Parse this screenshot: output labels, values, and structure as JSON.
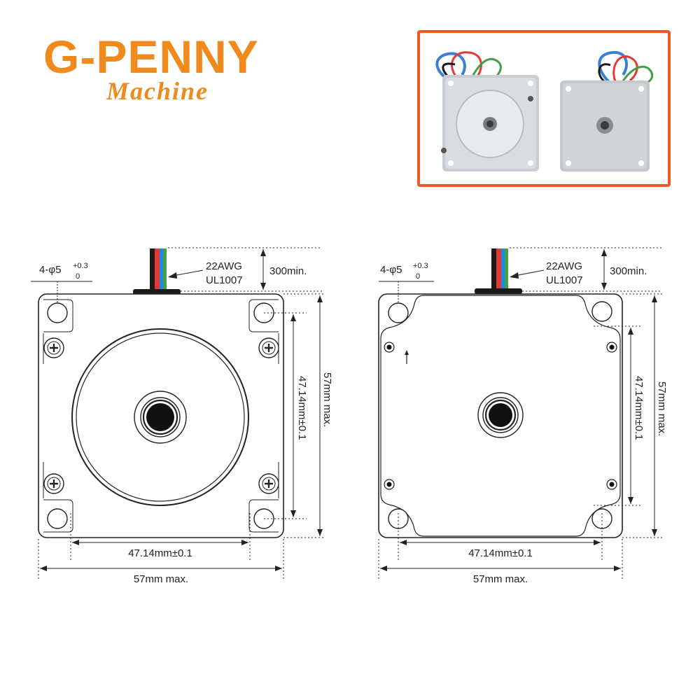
{
  "brand": {
    "name": "G-PENNY",
    "tagline": "Machine",
    "color": "#f08a1c",
    "frame_color": "#ee5a24"
  },
  "front_view": {
    "hole_label": "4-φ5",
    "tol_upper": "+0.3",
    "tol_lower": "0",
    "wire_gauge": "22AWG",
    "wire_standard": "UL1007",
    "lead_length": "300min.",
    "hole_spacing_vertical": "47.14mm±0.1",
    "hole_spacing_horizontal": "47.14mm±0.1",
    "frame_height": "57mm max.",
    "frame_width": "57mm max."
  },
  "back_view": {
    "hole_label": "4-φ5",
    "tol_upper": "+0.3",
    "tol_lower": "0",
    "wire_gauge": "22AWG",
    "wire_standard": "UL1007",
    "lead_length": "300min.",
    "hole_spacing_vertical": "47.14mm±0.1",
    "hole_spacing_horizontal": "47.14mm±0.1",
    "frame_height": "57mm max.",
    "frame_width": "57mm max."
  },
  "wire_colors": [
    "#1a1a1a",
    "#e53935",
    "#1e88e5",
    "#43a047"
  ]
}
